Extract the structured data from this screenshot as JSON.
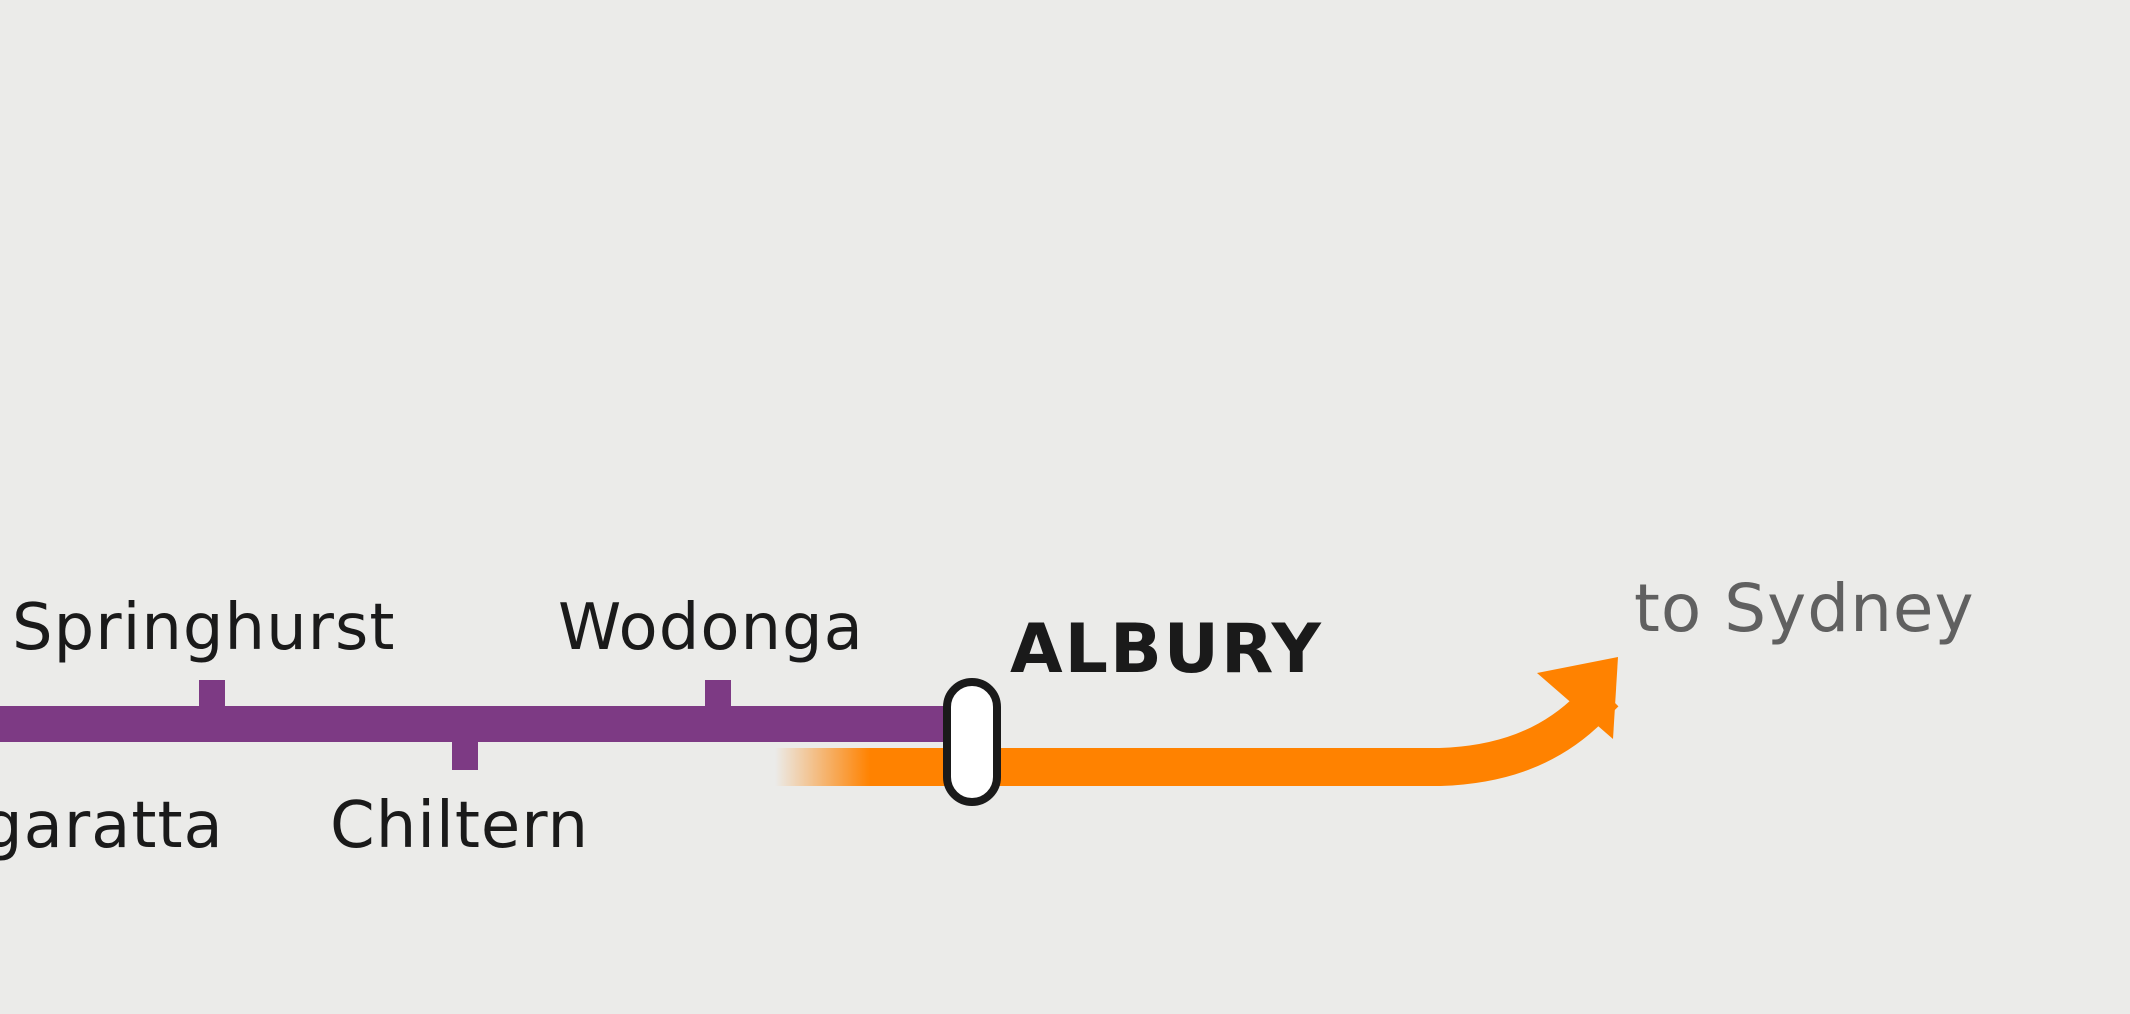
{
  "map": {
    "lines": [
      {
        "name": "vline-north-east",
        "color": "#7d3a84"
      },
      {
        "name": "xpt-sydney",
        "color": "#ff8200"
      }
    ],
    "stations": {
      "springhurst": "Springhurst",
      "wodonga": "Wodonga",
      "wangaratta": "Wangaratta",
      "chiltern": "Chiltern",
      "albury": "ALBURY"
    },
    "destination": "to Sydney",
    "colors": {
      "background": "#ebebe9",
      "purple_line": "#7d3a84",
      "orange_line": "#ff8200",
      "interchange_fill": "#ffffff",
      "interchange_outline": "#1a1a1a",
      "station_text": "#1a1a1a",
      "destination_text": "#606060"
    }
  }
}
